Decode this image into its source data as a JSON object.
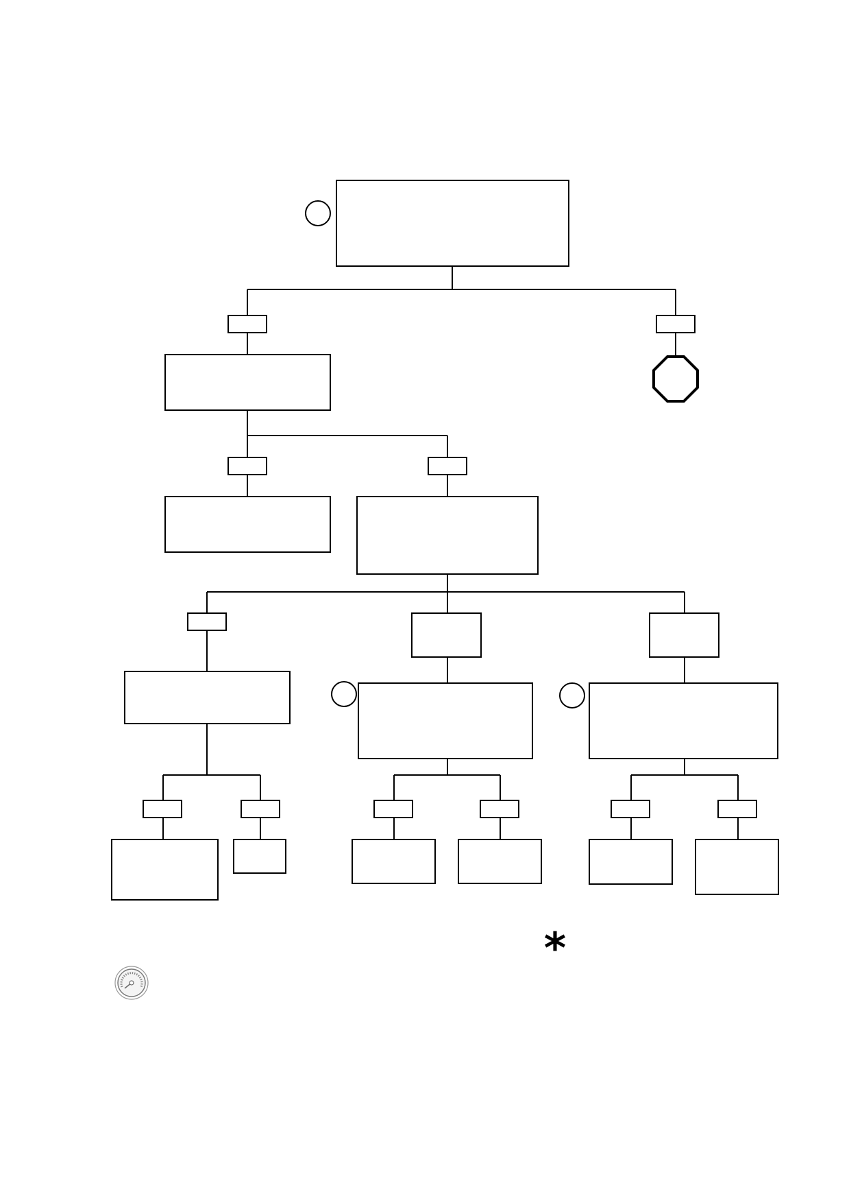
{
  "diagram": {
    "type": "flowchart-tree",
    "node_text": [],
    "symbols": {
      "stop": "octagon-stop",
      "note": "asterisk",
      "gauge": "speedometer-icon"
    },
    "asterisk_glyph": "*"
  },
  "colors": {
    "line": "#000000",
    "background": "#ffffff",
    "gauge": "#8a8a8a"
  }
}
